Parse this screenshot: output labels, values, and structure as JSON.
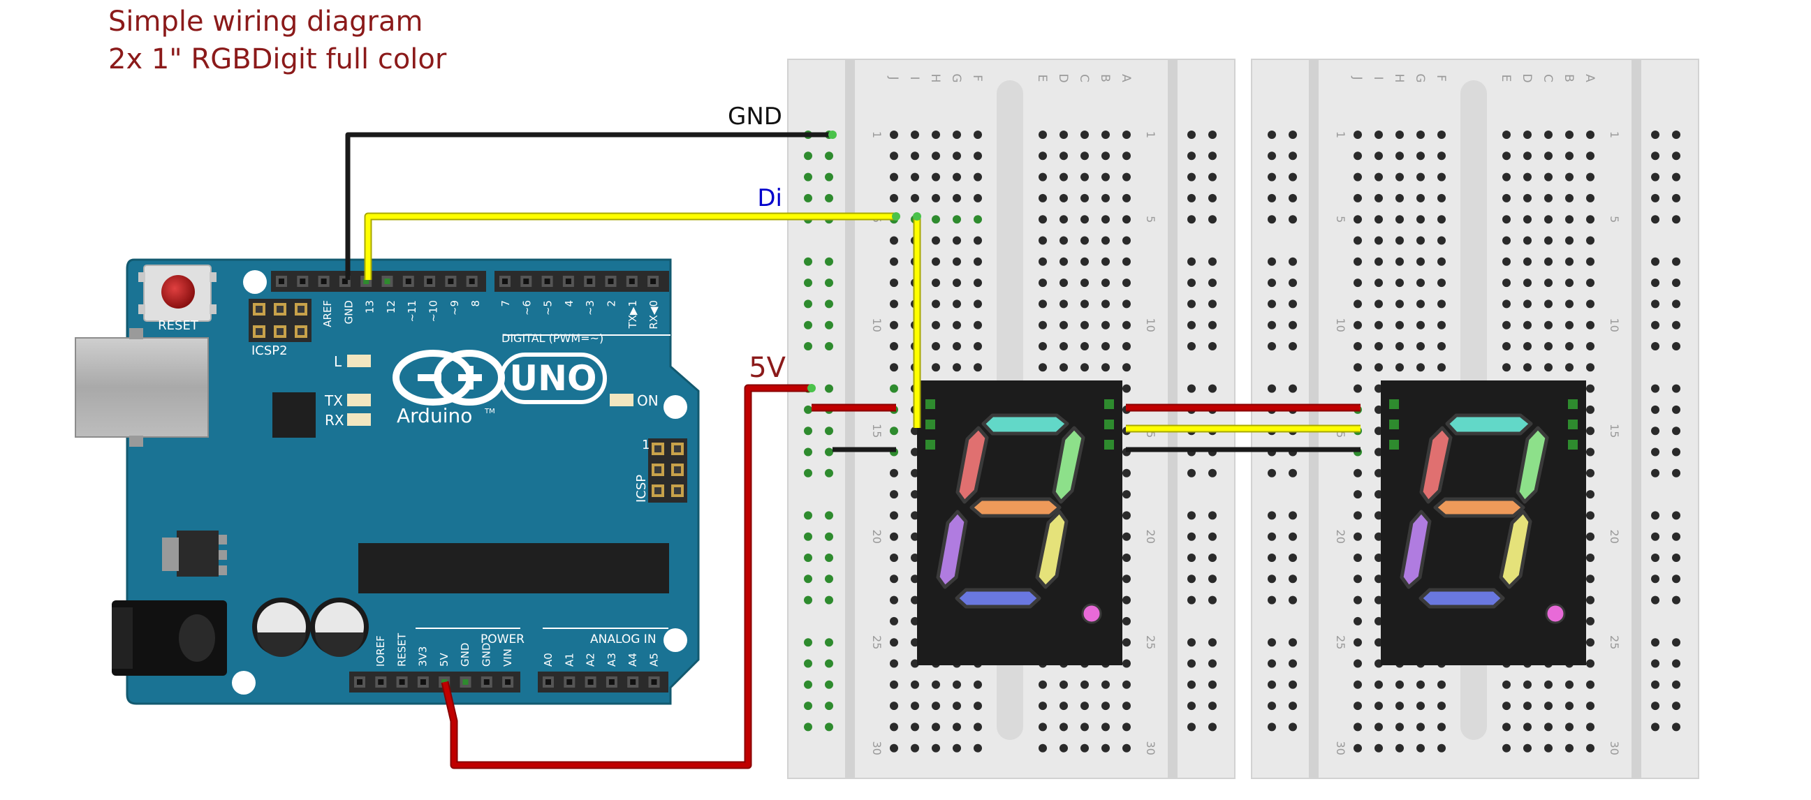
{
  "title": {
    "line1": "Simple wiring diagram",
    "line2": "2x  1\" RGBDigit full color"
  },
  "wire_labels": {
    "gnd": "GND",
    "data": "Di",
    "power": "5V"
  },
  "arduino": {
    "logo_text": "UNO",
    "brand": "Arduino",
    "trademark": "TM",
    "reset_label": "RESET",
    "icsp2_label": "ICSP2",
    "icsp_label": "ICSP",
    "icsp_pin1": "1",
    "digital_label": "DIGITAL (PWM=~)",
    "power_label": "POWER",
    "analog_label": "ANALOG IN",
    "on_label": "ON",
    "led_labels": [
      "L",
      "TX",
      "RX"
    ],
    "digital_pins_left": [
      "AREF",
      "GND",
      "13",
      "12",
      "~11",
      "~10",
      "~9",
      "8"
    ],
    "digital_pins_right": [
      "7",
      "~6",
      "~5",
      "4",
      "~3",
      "2",
      "TX▶1",
      "RX◀0"
    ],
    "power_pins": [
      "IOREF",
      "RESET",
      "3V3",
      "5V",
      "GND",
      "GND",
      "VIN"
    ],
    "analog_pins": [
      "A0",
      "A1",
      "A2",
      "A3",
      "A4",
      "A5"
    ]
  },
  "breadboard": {
    "column_letters_left": [
      "J",
      "I",
      "H",
      "G",
      "F"
    ],
    "column_letters_right": [
      "E",
      "D",
      "C",
      "B",
      "A"
    ],
    "row_numbers": [
      "1",
      "5",
      "10",
      "15",
      "20",
      "25",
      "30"
    ]
  },
  "colors": {
    "arduino_board": "#1a7394",
    "wire_gnd": "#1a1a1a",
    "wire_data": "#ffff00",
    "wire_5v": "#c00000",
    "title": "#8b1a1a",
    "data_label": "#0000cc",
    "power_label": "#8b1a1a",
    "breadboard": "#e9e9e9",
    "digit_body": "#1c1c1c"
  }
}
